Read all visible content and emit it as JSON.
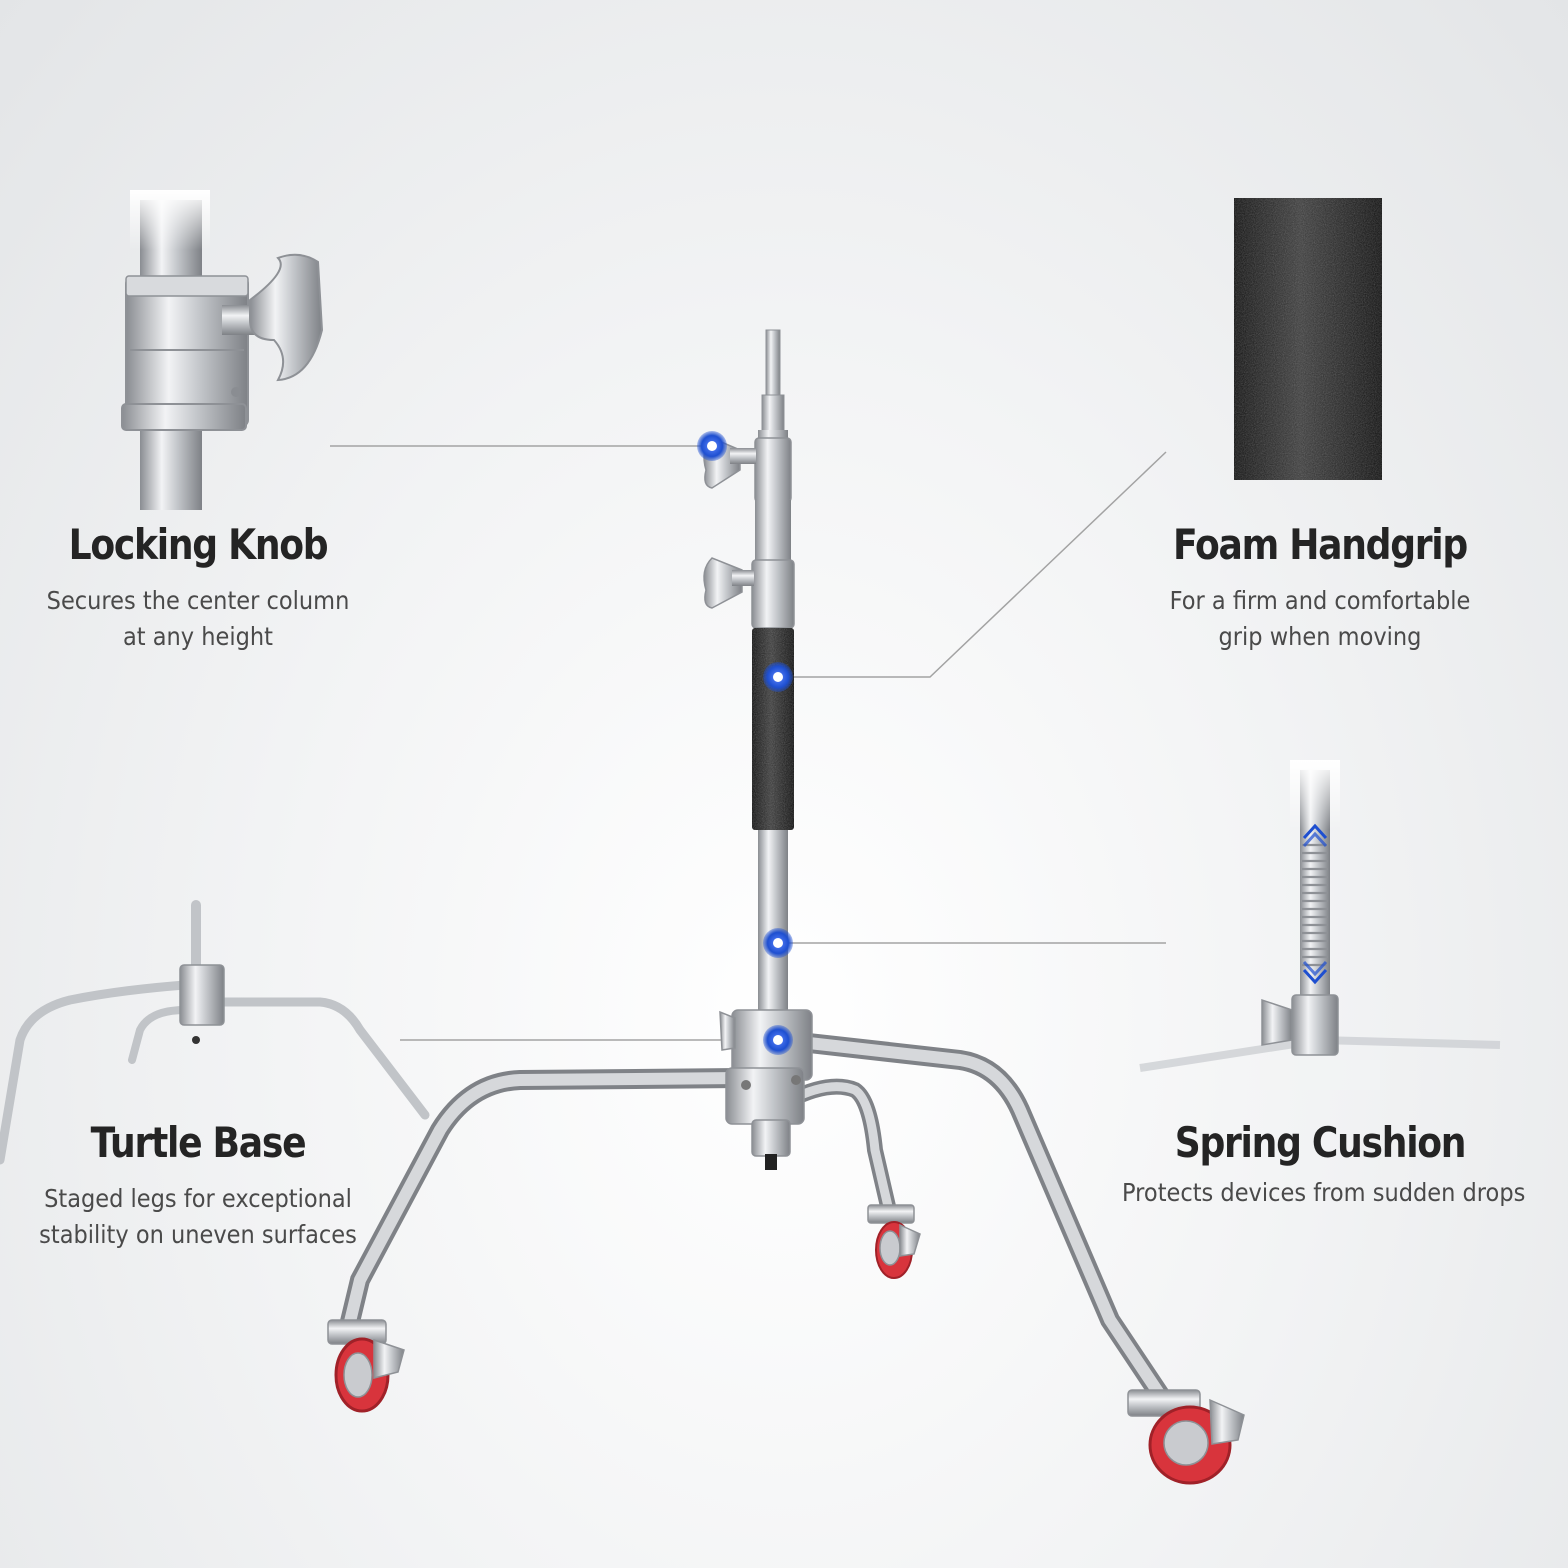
{
  "features": {
    "locking_knob": {
      "title": "Locking Knob",
      "desc_line1": "Secures the center column",
      "desc_line2": "at any height"
    },
    "foam_handgrip": {
      "title": "Foam Handgrip",
      "desc_line1": "For a firm and comfortable",
      "desc_line2": "grip when moving"
    },
    "turtle_base": {
      "title": "Turtle Base",
      "desc_line1": "Staged legs for exceptional",
      "desc_line2": "stability on uneven surfaces"
    },
    "spring_cushion": {
      "title": "Spring Cushion",
      "desc_line1": "Protects devices from sudden drops"
    }
  },
  "colors": {
    "marker_blue": "#1e4fd0",
    "steel": "#b9bcc0",
    "foam_black": "#1c1c1c",
    "wheel_red": "#d8343c",
    "leader_line": "#9a9a9a"
  }
}
